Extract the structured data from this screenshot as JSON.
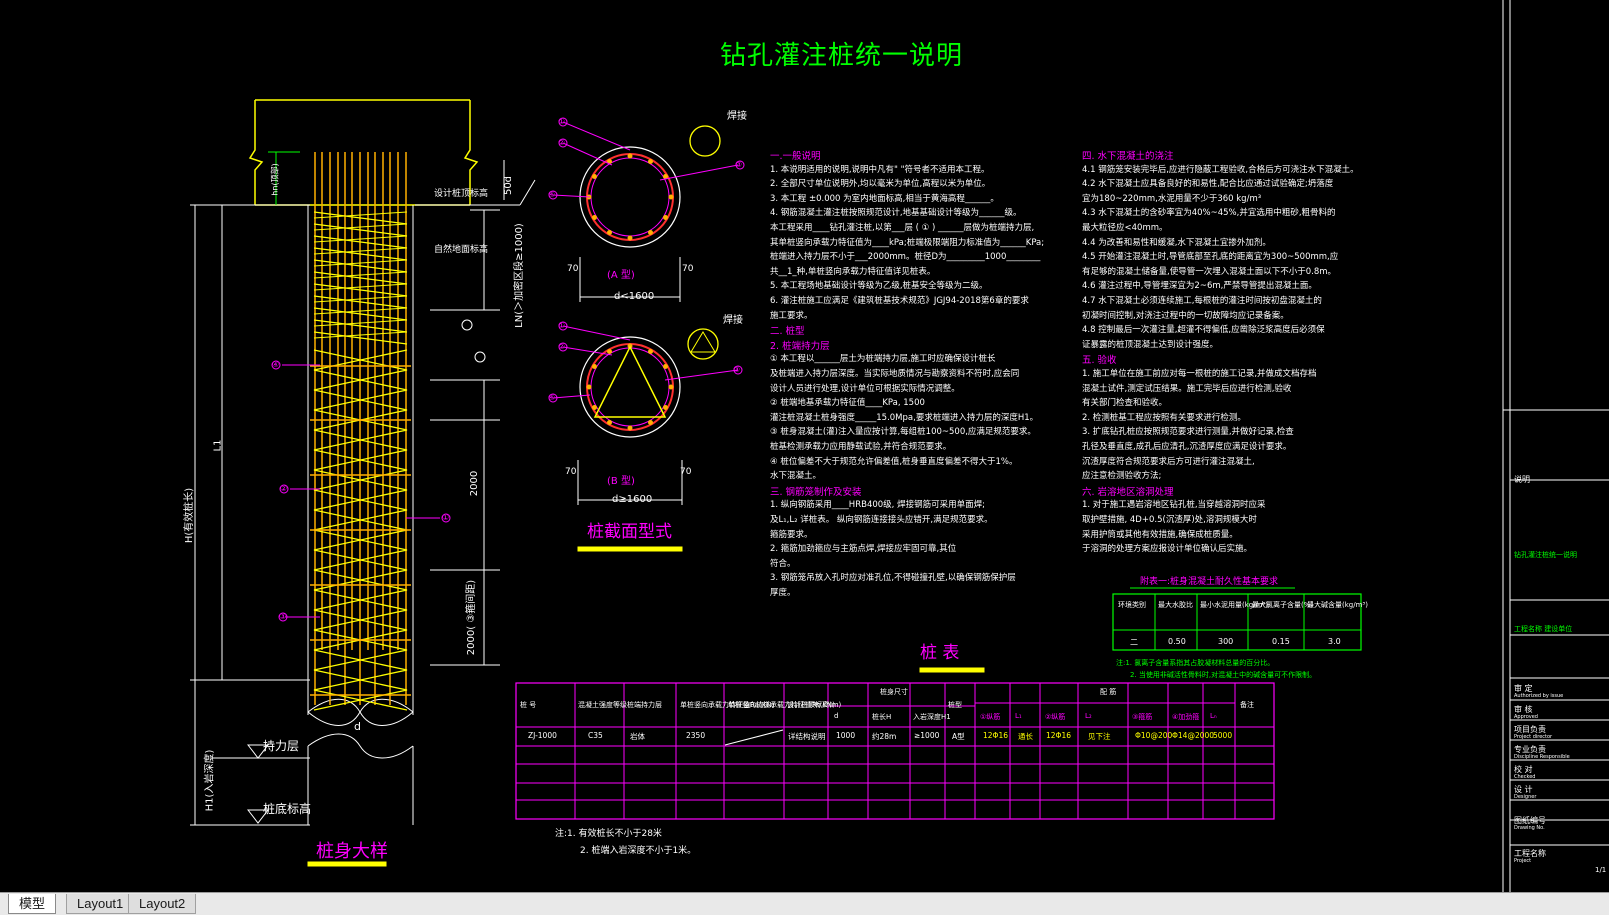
{
  "title": "钻孔灌注桩统一说明",
  "tabs": [
    {
      "label": "模型",
      "active": true
    },
    {
      "label": "Layout1",
      "active": false
    },
    {
      "label": "Layout2",
      "active": false
    }
  ],
  "detail": {
    "caption": "桩身大样",
    "force_layer": "持力层",
    "pile_bottom": "桩底标高",
    "design_top": "设计桩顶标高",
    "ground": "自然地面标高",
    "label_L1": "L1",
    "label_H": "H(有效桩长)",
    "label_H1": "H1(入岩深度)",
    "label_LN": "LN(＞加密区段≥1000)",
    "label_2000": "2000",
    "label_2000b": "2000(  ③箍间距)",
    "label_d": "d",
    "label_hn": "hn(顶部)",
    "label_50d": "50d",
    "markers": [
      "④",
      "②",
      "③",
      "①"
    ]
  },
  "section": {
    "caption": "桩截面型式",
    "type_a": "(A 型)",
    "type_b": "(B 型)",
    "d_lt": "d<1600",
    "d_ge": "d≥1600",
    "hook": "焊接",
    "dim70": "70",
    "marker1": "①",
    "marker2": "②",
    "marker3": "③",
    "marker4": "④"
  },
  "notes_left": [
    {
      "h": true,
      "text": "一.一般说明"
    },
    {
      "text": "1. 本说明适用的说明,说明中凡有\"  \"符号者不适用本工程。"
    },
    {
      "text": "2. 全部尺寸单位说明外,均以毫米为单位,高程以米为单位。"
    },
    {
      "text": "3. 本工程     ±0.000     为室内地面标高,相当于黄海高程______。"
    },
    {
      "text": "4. 钢筋混凝土灌注桩按照规范设计,地基基础设计等级为______级。"
    },
    {
      "text": "   本工程采用____钻孔灌注桩,以第___层 ( ① ) ______层做为桩端持力层,"
    },
    {
      "text": "   其单桩竖向承载力特征值为____kPa;桩端极限端阻力标准值为______KPa;"
    },
    {
      "text": "   桩端进入持力层不小于___2000mm。桩径D为_________1000________"
    },
    {
      "text": "   共__1_种,单桩竖向承载力特征值详见桩表。"
    },
    {
      "text": "5. 本工程场地基础设计等级为乙级,桩基安全等级为二级。"
    },
    {
      "text": "6. 灌注桩施工应满足《建筑桩基技术规范》JGJ94-2018第6章的要求"
    },
    {
      "text": "   施工要求。"
    },
    {
      "h": true,
      "text": "二. 桩型"
    },
    {
      "h": true,
      "text": "2. 桩端持力层"
    },
    {
      "text": "① 本工程以______层土为桩端持力层,施工时应确保设计桩长"
    },
    {
      "text": "   及桩端进入持力层深度。当实际地质情况与勘察资料不符时,应会同"
    },
    {
      "text": "   设计人员进行处理,设计单位可根据实际情况调整。"
    },
    {
      "text": "② 桩端地基承载力特征值____KPa,     1500"
    },
    {
      "text": "   灌注桩混凝土桩身强度_____15.0Mpa,要求桩端进入持力层的深度H1。"
    },
    {
      "text": "③ 桩身混凝土(灌)注入量应按计算,每组桩100~500,应满足规范要求。"
    },
    {
      "text": "   桩基检测承载力应用静载试验,并符合规范要求。"
    },
    {
      "text": "④ 桩位偏差不大于规范允许偏差值,桩身垂直度偏差不得大于1%。"
    },
    {
      "text": "   水下混凝土。"
    },
    {
      "h": true,
      "text": "三. 钢筋笼制作及安装"
    },
    {
      "text": "1. 纵向钢筋采用____HRB400级,   焊接钢筋可采用单面焊;"
    },
    {
      "text": "   及L₁,L₂ 详桩表。  纵向钢筋连接接头应错开,满足规范要求。"
    },
    {
      "text": "   箍筋要求。"
    },
    {
      "text": "2. 箍筋加劲箍应与主筋点焊,焊接应牢固可靠,其位"
    },
    {
      "text": "   符合。"
    },
    {
      "text": "3. 钢筋笼吊放入孔时应对准孔位,不得碰撞孔壁,以确保钢筋保护层"
    },
    {
      "text": "   厚度。"
    }
  ],
  "notes_right": [
    {
      "h": true,
      "text": "四. 水下混凝土的浇注"
    },
    {
      "text": "4.1 钢筋笼安装完毕后,应进行隐蔽工程验收,合格后方可浇注水下混凝土。"
    },
    {
      "text": "4.2 水下混凝土应具备良好的和易性,配合比应通过试验确定;坍落度"
    },
    {
      "text": "    宜为180~220mm,水泥用量不少于360 kg/m³"
    },
    {
      "text": "4.3 水下混凝土的含砂率宜为40%~45%,并宜选用中粗砂,粗骨料的"
    },
    {
      "text": "    最大粒径应<40mm。"
    },
    {
      "text": "4.4 为改善和易性和缓凝,水下混凝土宜掺外加剂。"
    },
    {
      "text": "4.5 开始灌注混凝土时,导管底部至孔底的距离宜为300~500mm,应"
    },
    {
      "text": "    有足够的混凝土储备量,使导管一次埋入混凝土面以下不小于0.8m。"
    },
    {
      "text": "4.6 灌注过程中,导管埋深宜为2~6m,严禁导管提出混凝土面。"
    },
    {
      "text": "4.7 水下混凝土必须连续施工,每根桩的灌注时间按初盘混凝土的"
    },
    {
      "text": "    初凝时间控制,对浇注过程中的一切故障均应记录备案。"
    },
    {
      "text": "4.8 控制最后一次灌注量,超灌不得偏低,应凿除泛浆高度后必须保"
    },
    {
      "text": "    证暴露的桩顶混凝土达到设计强度。"
    },
    {
      "h": true,
      "text": "五. 验收"
    },
    {
      "text": "1. 施工单位在施工前应对每一根桩的施工记录,并做成文档存档"
    },
    {
      "text": "   混凝土试件,测定试压结果。施工完毕后应进行检测,验收"
    },
    {
      "text": "   有关部门检查和验收。"
    },
    {
      "text": "2. 检测桩基工程应按照有关要求进行检测。"
    },
    {
      "text": "3. 扩底钻孔桩应按照规范要求进行测量,并做好记录,检查"
    },
    {
      "text": "   孔径及垂直度,成孔后应清孔,沉渣厚度应满足设计要求。"
    },
    {
      "text": "   沉渣厚度符合规范要求后方可进行灌注混凝土,"
    },
    {
      "text": "   应注意检测验收方法;"
    },
    {
      "h": true,
      "text": "六. 岩溶地区溶洞处理"
    },
    {
      "text": "1. 对于施工遇岩溶地区钻孔桩,当穿越溶洞时应采"
    },
    {
      "text": "   取护壁措施,     4D+0.5(沉渣厚)处,溶洞规模大时"
    },
    {
      "text": "   采用护筒或其他有效措施,确保成桩质量。"
    },
    {
      "text": "   于溶洞的处理方案应报设计单位确认后实施。"
    }
  ],
  "concrete_table": {
    "title": "附表一:桩身混凝土耐久性基本要求",
    "headers": [
      "环境类别",
      "最大水胶比",
      "最小水泥用量(kg/m³)",
      "最大氯离子含量(%)",
      "最大碱含量(kg/m³)"
    ],
    "row": [
      "二",
      "0.50",
      "300",
      "0.15",
      "3.0"
    ],
    "note1": "注:1. 氯离子含量系指其占胶凝材料总量的百分比。",
    "note2": "2. 当使用非碱活性骨料时,对混凝土中的碱含量可不作限制。"
  },
  "pile_table": {
    "title": "桩  表",
    "headers": [
      "桩  号",
      "混凝土强度等级",
      "桩端持力层",
      "单桩竖向承载力特征值Ra(KN)",
      "单桩竖向抗拔承载力特征值Rt(KN)",
      "设计桩顶标高(m)",
      "桩身尺寸",
      "桩型",
      "配 筋",
      "备注"
    ],
    "sub_size": [
      "d",
      "桩长H",
      "入岩深度H1"
    ],
    "sub_reinf": [
      "①纵筋",
      "L₁",
      "②纵筋",
      "L₂",
      "③箍筋",
      "④加劲箍",
      "Lₙ"
    ],
    "row": [
      "ZJ-1000",
      "C35",
      "岩体",
      "2350",
      "",
      "详结构说明",
      "1000",
      "约28m",
      "≥1000",
      "A型",
      "12Φ16",
      "通长",
      "12Φ16",
      "见下注",
      "Φ10@200",
      "Φ14@2000",
      "5000"
    ],
    "note1": "注:1. 有效桩长不小于28米",
    "note2": "2. 桩端入岩深度不小于1米。"
  },
  "title_block": {
    "section1": "说明",
    "section2": "钻孔灌注桩统一说明",
    "section3": "工程名称 建设单位",
    "rows": [
      "审  定",
      "审  核",
      "项目负责",
      "专业负责",
      "校  对",
      "设  计",
      "图纸编号",
      "工程名称"
    ],
    "sub": [
      "Authorized by issue",
      "Approved",
      "Project director",
      "Discipline Responsible",
      "Checked",
      "Designer",
      "Drawing No.",
      "Project"
    ],
    "page": "1/1"
  }
}
